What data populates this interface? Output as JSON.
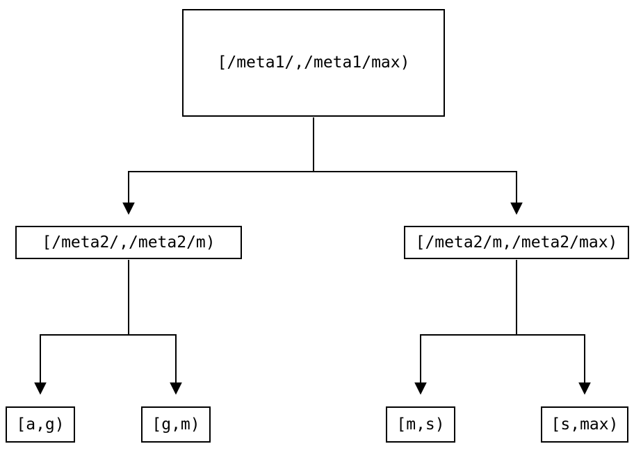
{
  "diagram": {
    "type": "tree",
    "description": "Key-range partition tree diagram",
    "colors": {
      "background": "#ffffff",
      "line": "#000000",
      "box_border": "#000000",
      "text": "#000000"
    },
    "nodes": {
      "root": {
        "id": "root",
        "label": "[/meta1/,/meta1/max)"
      },
      "mid_left": {
        "id": "mid_left",
        "label": "[/meta2/,/meta2/m)"
      },
      "mid_right": {
        "id": "mid_right",
        "label": "[/meta2/m,/meta2/max)"
      },
      "leaf_ag": {
        "id": "leaf_ag",
        "label": "[a,g)"
      },
      "leaf_gm": {
        "id": "leaf_gm",
        "label": "[g,m)"
      },
      "leaf_ms": {
        "id": "leaf_ms",
        "label": "[m,s)"
      },
      "leaf_smax": {
        "id": "leaf_smax",
        "label": "[s,max)"
      }
    },
    "edges": [
      {
        "from": "root",
        "to": "mid_left"
      },
      {
        "from": "root",
        "to": "mid_right"
      },
      {
        "from": "mid_left",
        "to": "leaf_ag"
      },
      {
        "from": "mid_left",
        "to": "leaf_gm"
      },
      {
        "from": "mid_right",
        "to": "leaf_ms"
      },
      {
        "from": "mid_right",
        "to": "leaf_smax"
      }
    ]
  }
}
